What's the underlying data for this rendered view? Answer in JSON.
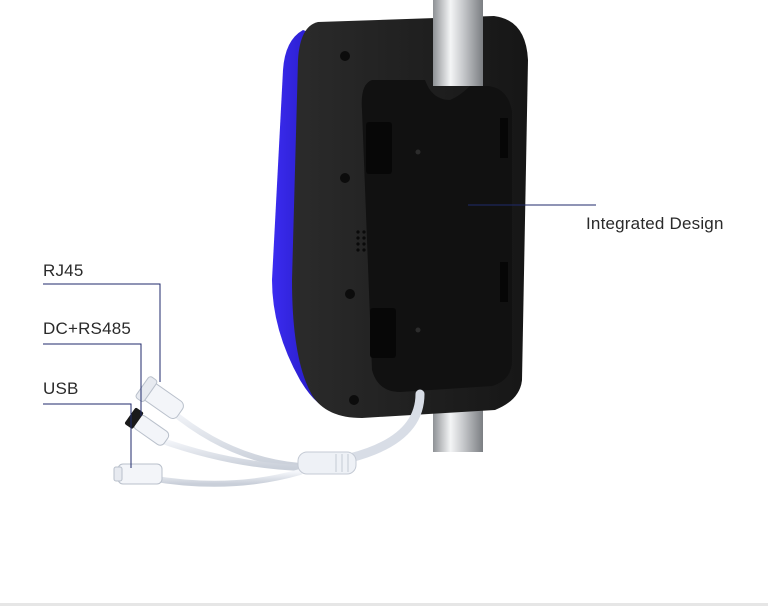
{
  "labels": {
    "integrated_design": "Integrated Design",
    "rj45": "RJ45",
    "dc_rs485": "DC+RS485",
    "usb": "USB"
  },
  "colors": {
    "accent_blue": "#2a20d8",
    "leader_line": "#1f2a6b",
    "housing": "#1c1c1c",
    "bracket": "#121212",
    "pole": "#b9bcbf",
    "cable": "#dfe3ea"
  }
}
